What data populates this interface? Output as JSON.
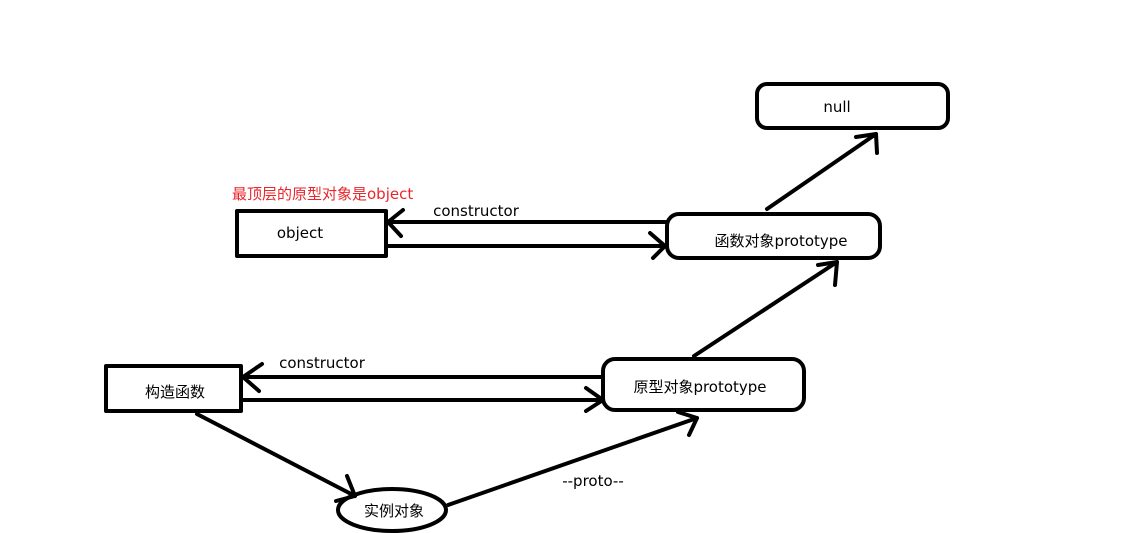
{
  "colors": {
    "stroke": "#000000",
    "annotation": "#e8262c",
    "background": "#ffffff"
  },
  "nodes": {
    "null_box": "null",
    "function_prototype": "函数对象prototype",
    "object": "object",
    "constructor_fn": "构造函数",
    "prototype_obj": "原型对象prototype",
    "instance": "实例对象"
  },
  "edges": {
    "top_constructor": "constructor",
    "bottom_constructor": "constructor",
    "proto": "--proto--"
  },
  "annotation": {
    "text": "最顶层的原型对象是object"
  }
}
